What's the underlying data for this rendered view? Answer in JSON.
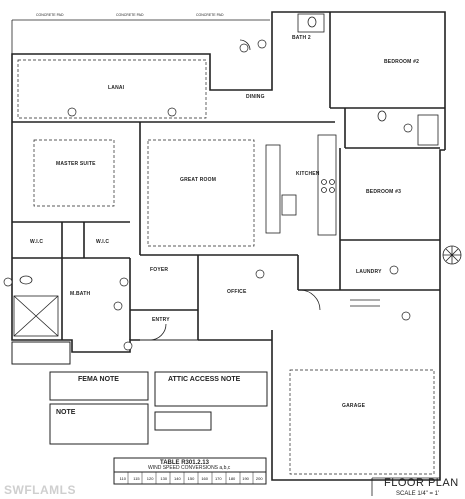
{
  "sheet": {
    "title": "FLOOR PLAN",
    "scale": "SCALE 1/4\" = 1'"
  },
  "rooms": {
    "lanai": "LANAI",
    "dining": "DINING",
    "master_suite": "MASTER SUITE",
    "great_room": "GREAT ROOM",
    "kitchen": "KITCHEN",
    "bedroom2": "BEDROOM #2",
    "bedroom3": "BEDROOM #3",
    "bath2": "BATH 2",
    "wic1": "W.I.C",
    "wic2": "W.I.C",
    "mbath": "M.BATH",
    "foyer": "FOYER",
    "office": "OFFICE",
    "entry": "ENTRY",
    "laundry": "LAUNDRY",
    "garage": "GARAGE"
  },
  "labels": {
    "concrete_pad_1": "CONCRETE PAD",
    "concrete_pad_2": "CONCRETE PAD",
    "concrete_pad_3": "CONCRETE PAD"
  },
  "notes": {
    "fema_title": "FEMA NOTE",
    "attic_title": "ATTIC ACCESS NOTE",
    "note_title": "NOTE",
    "table_title": "TABLE R301.2.13",
    "table_subtitle": "WIND SPEED CONVERSIONS a,b,c",
    "wind_values": [
      "110",
      "115",
      "120",
      "130",
      "140",
      "150",
      "160",
      "170",
      "180",
      "190",
      "200"
    ]
  },
  "watermark": "SWFLAMLS",
  "colors": {
    "line": "#222222",
    "background": "#ffffff",
    "watermark": "#cfcfcf"
  }
}
